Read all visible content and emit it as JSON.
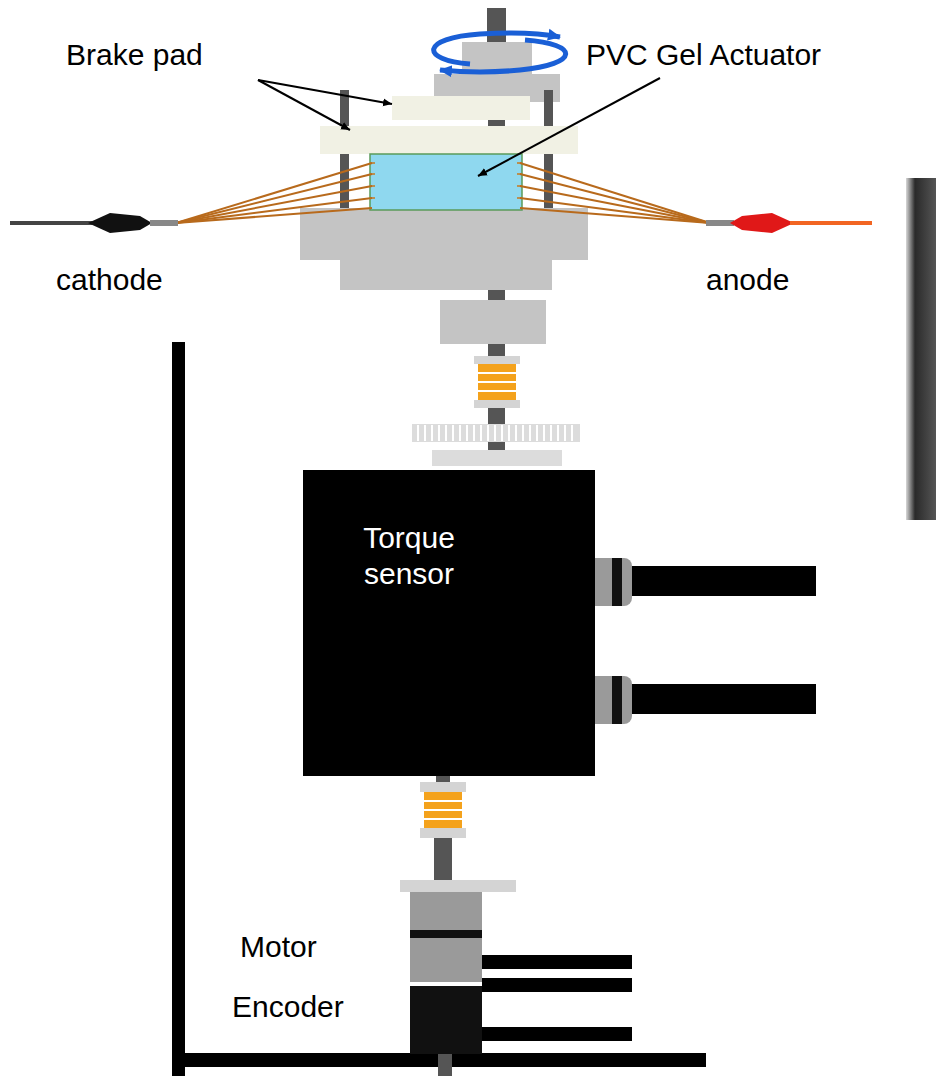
{
  "diagram": {
    "nodes": [
      {
        "text": [
          "Torque sensor"
        ]
      }
    ],
    "labels": [
      "Brake pad",
      "PVC Gel Actuator",
      "cathode",
      "anode",
      "Motor",
      "Encoder"
    ]
  }
}
